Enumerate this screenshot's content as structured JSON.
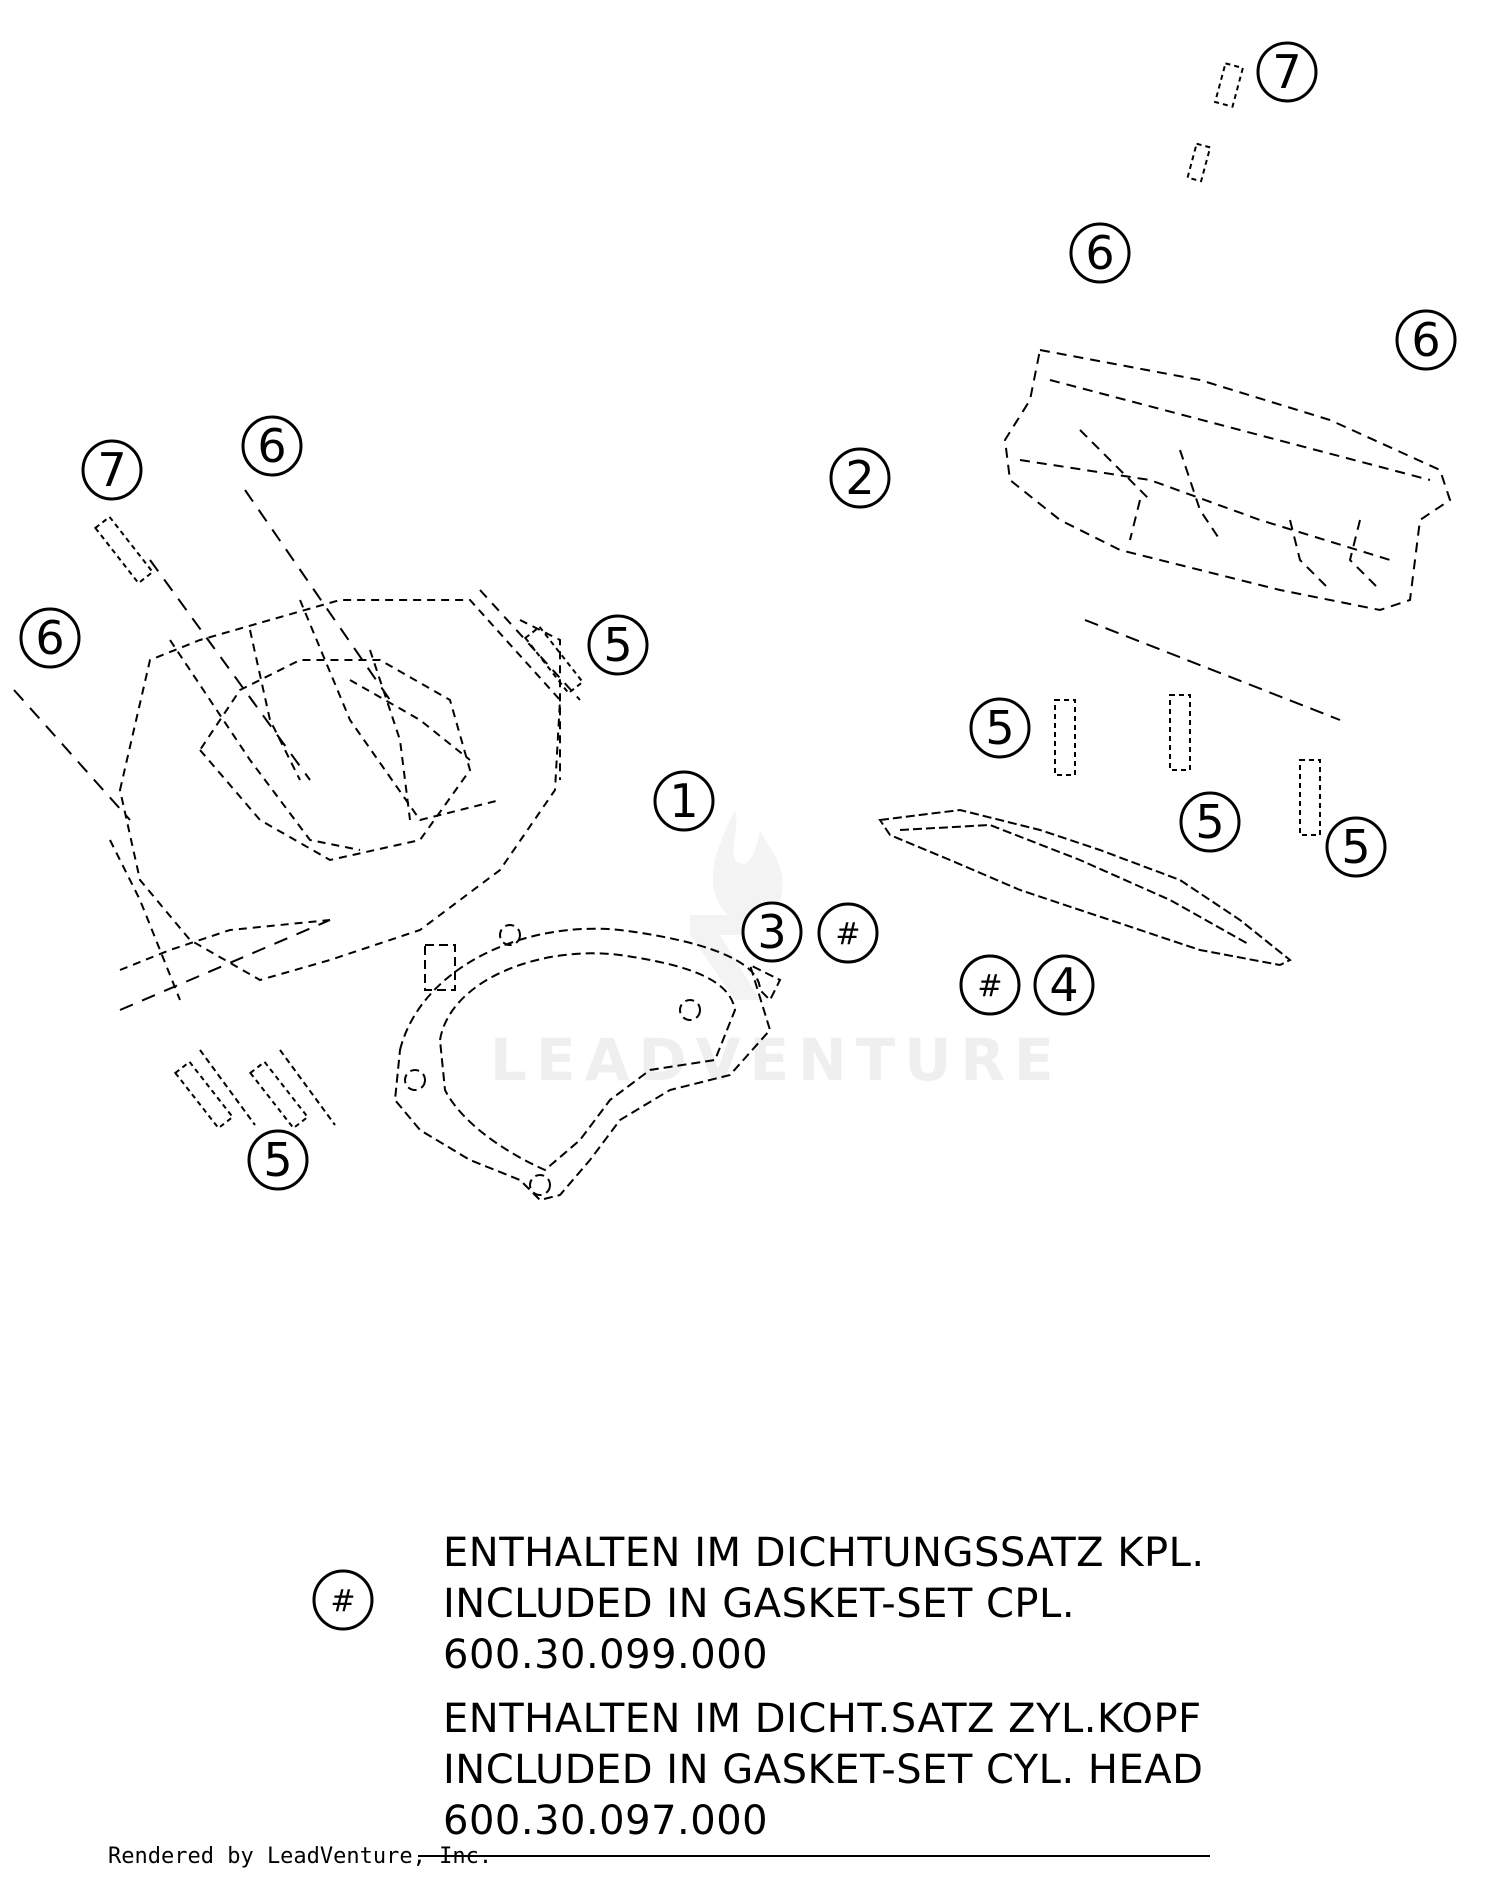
{
  "callouts": {
    "part1": "1",
    "part2": "2",
    "part3": "3",
    "part4": "4",
    "part5": "5",
    "part6": "6",
    "part7": "7",
    "hash": "#"
  },
  "legend": {
    "symbol": "#",
    "lines": [
      "ENTHALTEN IM DICHTUNGSSATZ KPL.",
      "INCLUDED IN GASKET-SET CPL.",
      "600.30.099.000",
      "ENTHALTEN IM DICHT.SATZ ZYL.KOPF",
      "INCLUDED IN GASKET-SET CYL. HEAD",
      "600.30.097.000"
    ]
  },
  "watermark": "LEADVENTURE",
  "footer": "Rendered by LeadVenture, Inc."
}
